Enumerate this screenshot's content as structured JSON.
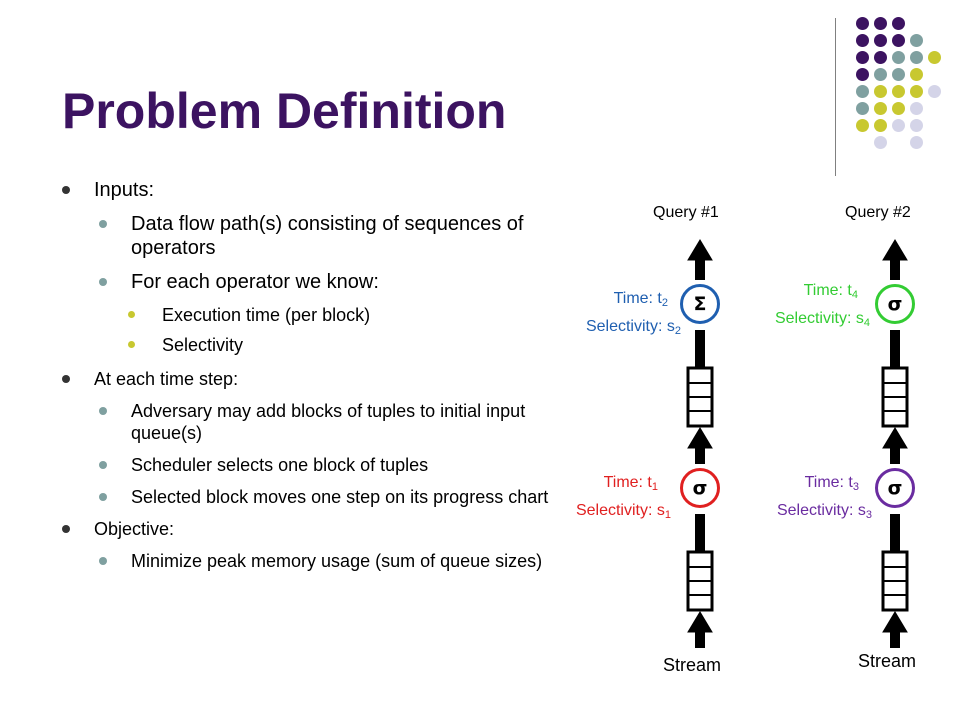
{
  "title": "Problem Definition",
  "bullets": {
    "inputs": "Inputs:",
    "dataflow": "Data flow path(s) consisting of sequences of operators",
    "operator_know": "For each operator we know:",
    "exec_time": "Execution time (per block)",
    "selectivity": "Selectivity",
    "each_step": "At each time step:",
    "adversary": "Adversary may add blocks of tuples to initial input queue(s)",
    "scheduler": "Scheduler selects one block of tuples",
    "selected": "Selected block moves one step on its progress chart",
    "objective": "Objective:",
    "minimize": "Minimize peak memory usage (sum of queue sizes)"
  },
  "diagram": {
    "query1": "Query #1",
    "query2": "Query #2",
    "stream1": "Stream",
    "stream2": "Stream",
    "op_sum_symbol": "Σ",
    "op_sigma_symbol": "σ",
    "time_prefix": "Time: t",
    "sel_prefix": "Selectivity: s",
    "idx1": "1",
    "idx2": "2",
    "idx3": "3",
    "idx4": "4"
  },
  "colors": {
    "title": "#3c1361",
    "op1_red": "#e02020",
    "op2_blue": "#1f5fb0",
    "op3_purple": "#6a2ca0",
    "op4_green": "#33cc33",
    "dot_purple": "#3c1361",
    "dot_teal": "#7fa0a0",
    "dot_yellow": "#c8c830",
    "dot_lavender": "#d4d4e8"
  }
}
